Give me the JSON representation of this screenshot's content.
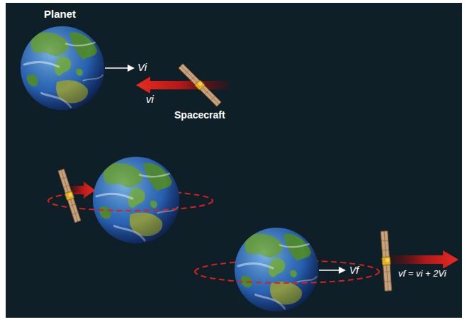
{
  "diagram": {
    "labels": [
      "Planet",
      "Vi",
      "vi",
      "Spacecraft",
      "Vf",
      "vf = vi + 2Vi"
    ]
  }
}
